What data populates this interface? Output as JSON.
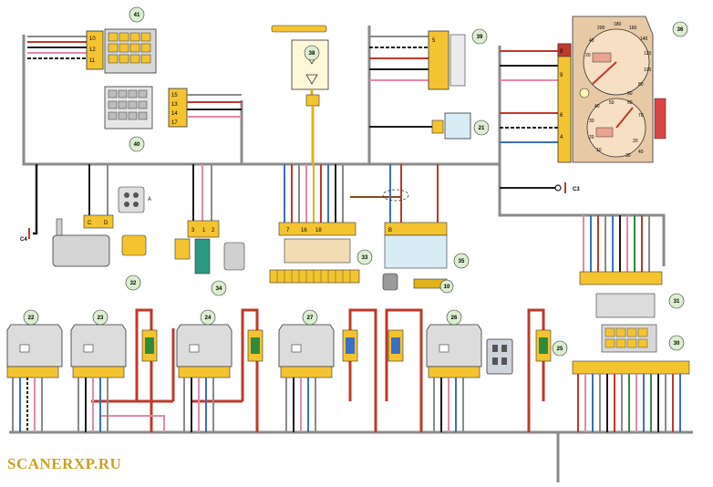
{
  "watermark": "SCANERXP.RU",
  "callouts": [
    "41",
    "38",
    "39",
    "36",
    "40",
    "21",
    "C3",
    "C4",
    "32",
    "33",
    "34",
    "35",
    "31",
    "10",
    "22",
    "23",
    "24",
    "27",
    "26",
    "30",
    "25"
  ],
  "pins": {
    "p1": "10",
    "p2": "12",
    "p3": "11",
    "p4": "15",
    "p5": "13",
    "p6": "14",
    "p7": "17",
    "p8": "8",
    "p9": "9",
    "p10": "6",
    "p11": "4",
    "p12": "5",
    "p13": "C",
    "p14": "D",
    "p15": "3",
    "p16": "1",
    "p17": "A",
    "p18": "B",
    "p19": "2",
    "p20": "7",
    "p21": "16",
    "p22": "18"
  },
  "gauges": {
    "speed_ticks": [
      "200",
      "180",
      "160",
      "140",
      "120",
      "100",
      "80",
      "60",
      "40",
      "20"
    ],
    "rpm_ticks": [
      "50",
      "60",
      "70",
      "40",
      "30",
      "20",
      "10"
    ],
    "small_ticks": [
      "20",
      "40",
      "30"
    ]
  },
  "colors": {
    "wire_gray": "#8a8a8a",
    "wire_red": "#c0392b",
    "wire_black": "#1a1a1a",
    "wire_blue": "#3b6fc4",
    "wire_yellow": "#e0b21c",
    "wire_green": "#2e8b3e",
    "wire_pink": "#e48aa8",
    "connector_yellow": "#f4c430",
    "callout_green": "#dbeed0",
    "cluster_tan": "#e8c9a6",
    "relay_gray": "#dcdcdc",
    "watermark": "#c8a224"
  }
}
